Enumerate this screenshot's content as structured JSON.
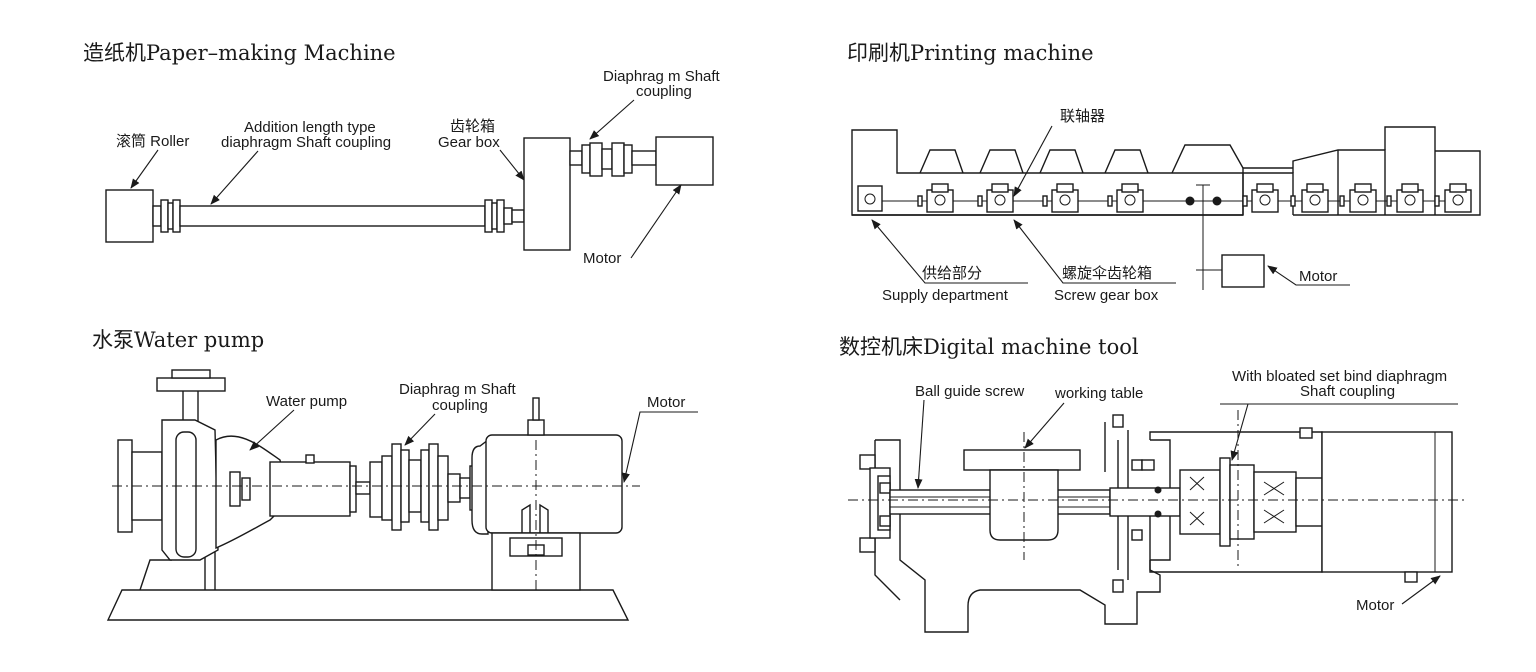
{
  "panels": {
    "paper": {
      "title": "造纸机Paper–making Machine",
      "roller": "滚筒 Roller",
      "coupling_l1": "Addition length type",
      "coupling_l2": "diaphragm Shaft coupling",
      "gear_cn": "齿轮箱",
      "gear_en": "Gear box",
      "diaphragm_l1": "Diaphrag m Shaft",
      "diaphragm_l2": "coupling",
      "motor": "Motor"
    },
    "printing": {
      "title": "印刷机Printing machine",
      "coupling_cn": "联轴器",
      "supply_cn": "供给部分",
      "supply_en": "Supply department",
      "screw_cn": "螺旋伞齿轮箱",
      "screw_en": "Screw gear box",
      "motor": "Motor"
    },
    "pump": {
      "title": "水泵Water pump",
      "pump_label": "Water pump",
      "diaphragm_l1": "Diaphrag m Shaft",
      "diaphragm_l2": "coupling",
      "motor": "Motor"
    },
    "cnc": {
      "title": "数控机床Digital machine tool",
      "ball": "Ball guide screw",
      "table": "working table",
      "bloated_l1": "With bloated set bind diaphragm",
      "bloated_l2": "Shaft coupling",
      "motor": "Motor"
    }
  }
}
